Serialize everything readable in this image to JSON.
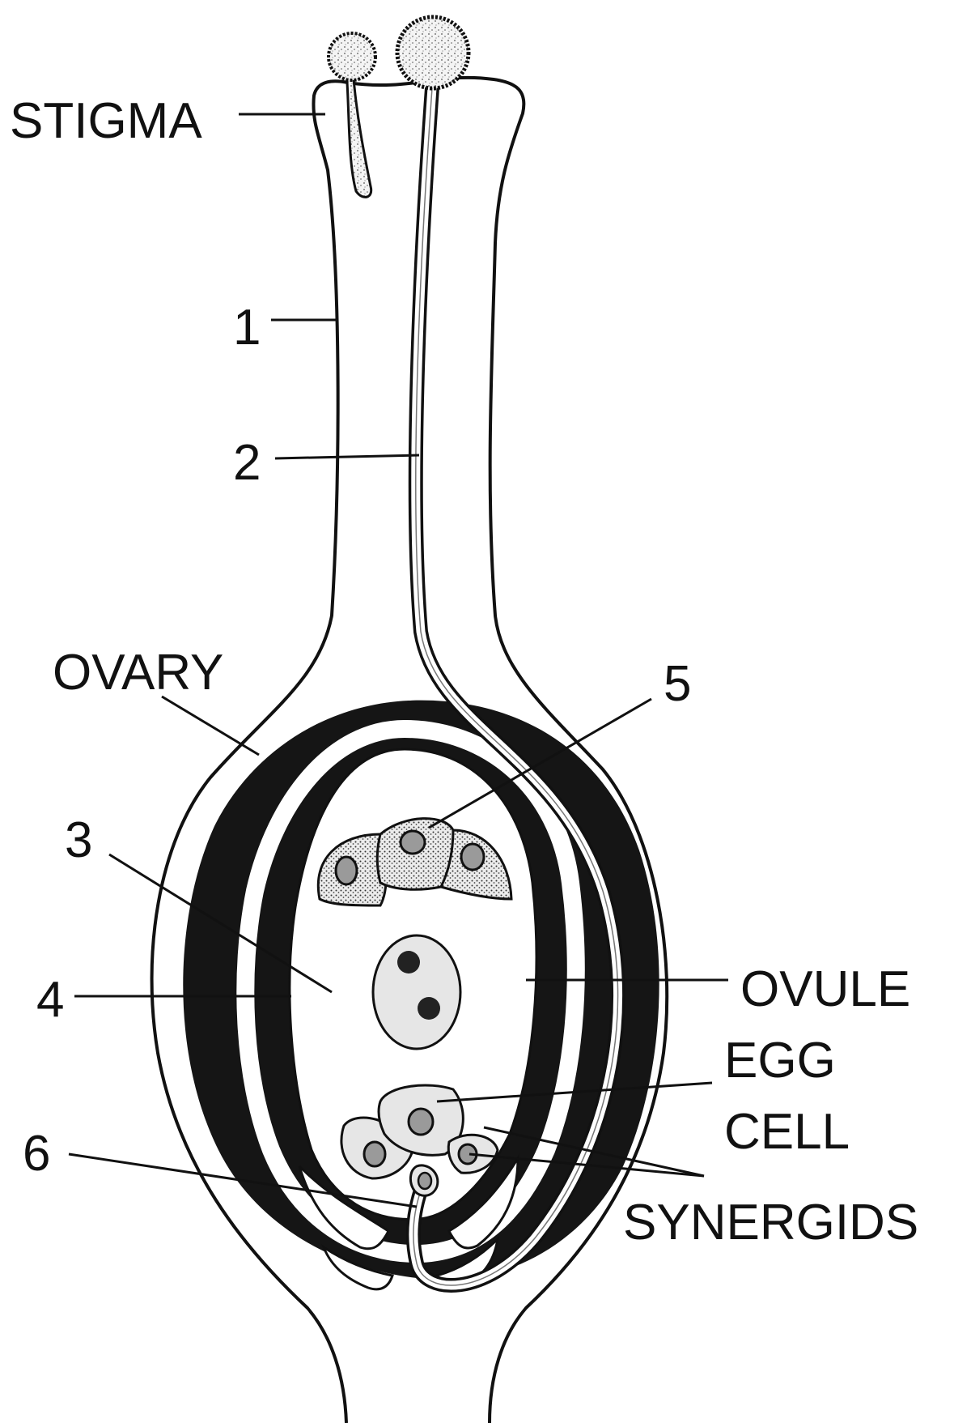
{
  "labels": {
    "stigma": "STIGMA",
    "n1": "1",
    "n2": "2",
    "ovary": "OVARY",
    "n5": "5",
    "n3": "3",
    "n4": "4",
    "ovule": "OVULE",
    "egg_line1": "EGG",
    "egg_line2": "CELL",
    "n6": "6",
    "synergids": "SYNERGIDS"
  },
  "colors": {
    "ink": "#111111",
    "background": "#ffffff",
    "cell_fill": "#e6e6e6",
    "nucleus_fill": "#9a9a9a",
    "integument": "#151515"
  }
}
